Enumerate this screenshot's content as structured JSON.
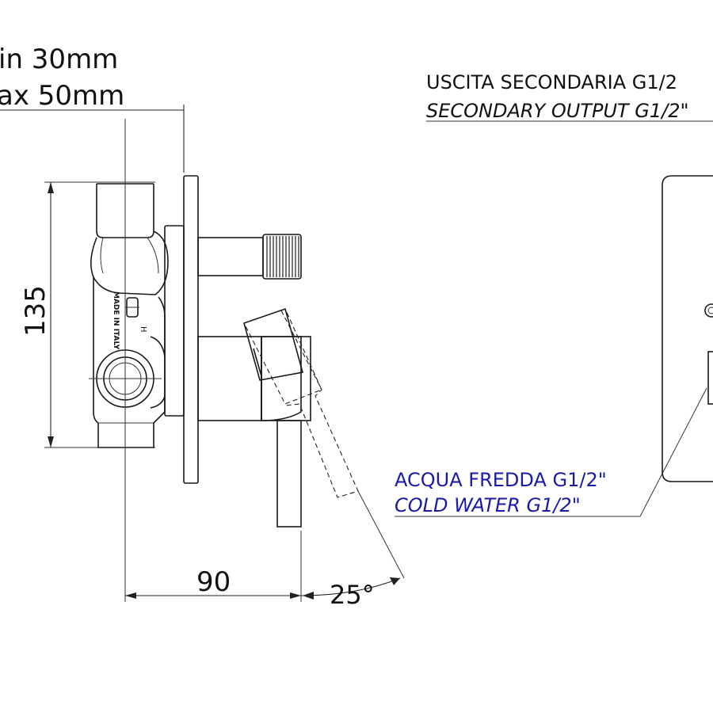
{
  "labels": {
    "min_depth": "in 30mm",
    "max_depth": "ax 50mm",
    "secondary_it": "USCITA SECONDARIA G1/2",
    "secondary_en": "SECONDARY OUTPUT G1/2\"",
    "cold_it": "ACQUA FREDDA G1/2\"",
    "cold_en": "COLD WATER G1/2\"",
    "height_dim": "135",
    "width_dim": "90",
    "angle_dim": "25°",
    "made_in_italy": "MADE IN ITALY"
  },
  "colors": {
    "line": "#1a1a1a",
    "cold_water_text": "#1a1aa8",
    "text": "#111111"
  }
}
